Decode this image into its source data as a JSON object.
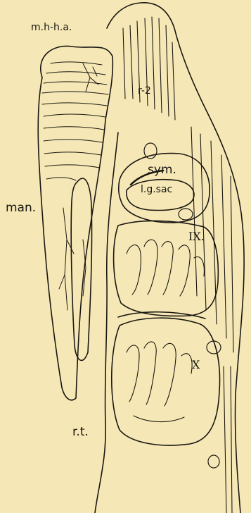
{
  "figure": {
    "background": "#f6e8b6",
    "ink": "#1a1712",
    "labels": {
      "mhha": "m.h-h.a.",
      "r12": "r-2",
      "sym": "sym.",
      "lgsac": "l.g.sac",
      "man": "man.",
      "ix": "IX.",
      "x": "X",
      "rt": "r.t."
    }
  }
}
